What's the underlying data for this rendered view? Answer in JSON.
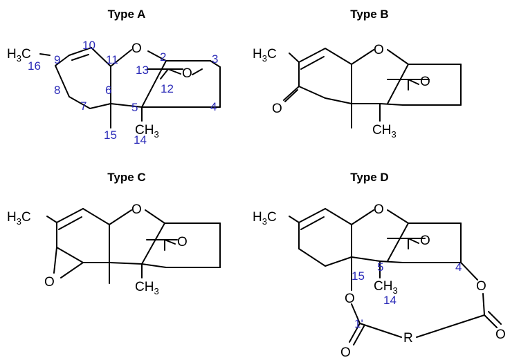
{
  "colors": {
    "bond": "#000000",
    "text": "#000000",
    "numbering": "#2b2bb8",
    "background": "#ffffff"
  },
  "type_a": {
    "title": "Type A",
    "ch3": {
      "main": "H",
      "sub": "3",
      "tail": "C"
    },
    "oxygen": "O",
    "epoxide_oxygen": "O",
    "methyl": {
      "main": "CH",
      "sub": "3"
    },
    "numbers": [
      "2",
      "3",
      "4",
      "5",
      "6",
      "7",
      "8",
      "9",
      "10",
      "11",
      "12",
      "13",
      "14",
      "15",
      "16"
    ]
  },
  "type_b": {
    "title": "Type B",
    "ch3": {
      "main": "H",
      "sub": "3",
      "tail": "C"
    },
    "oxygen": "O",
    "epoxide_oxygen": "O",
    "ketone_oxygen": "O",
    "methyl": {
      "main": "CH",
      "sub": "3"
    }
  },
  "type_c": {
    "title": "Type C",
    "ch3": {
      "main": "H",
      "sub": "3",
      "tail": "C"
    },
    "oxygen": "O",
    "epoxide_oxygen": "O",
    "ring_epoxide_oxygen": "O",
    "methyl": {
      "main": "CH",
      "sub": "3"
    }
  },
  "type_d": {
    "title": "Type D",
    "ch3": {
      "main": "H",
      "sub": "3",
      "tail": "C"
    },
    "oxygen": "O",
    "epoxide_oxygen": "O",
    "ester_oxygen_left": "O",
    "ester_oxygen_right": "O",
    "carbonyl_oxygen_left": "O",
    "carbonyl_oxygen_right": "O",
    "r_group": "R",
    "methyl": {
      "main": "CH",
      "sub": "3"
    },
    "numbers": [
      "15",
      "5",
      "4",
      "14",
      "1'"
    ]
  }
}
